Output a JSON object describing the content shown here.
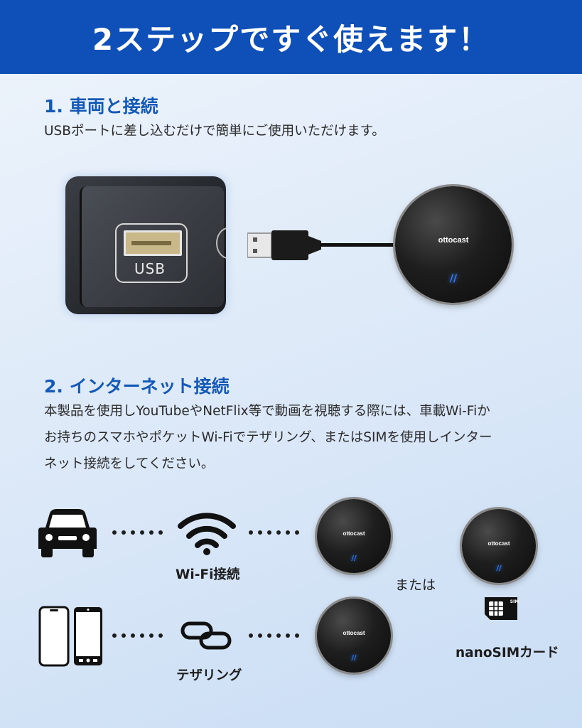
{
  "header": {
    "title": "2ステップですぐ使えます！"
  },
  "step1": {
    "title": "1.  車両と接続",
    "desc": "USBポートに差し込むだけで簡単にご使用いただけます。",
    "usb_port_label": "USB",
    "device_brand": "ottocast"
  },
  "step2": {
    "title": "2.  インターネット接続",
    "desc_lines": [
      "本製品を使用しYouTubeやNetFlix等で動画を視聴する際には、車載Wi-Fiか",
      "お持ちのスマホやポケットWi-Fiでテザリング、またはSIMを使用しインター",
      "ネット接続をしてください。"
    ],
    "wifi_label": "Wi-Fi接続",
    "tethering_label": "テザリング",
    "or_label": "または",
    "sim_label": "nanoSIMカード",
    "sim_chip_text": "SIM",
    "device_brand": "ottocast"
  },
  "colors": {
    "header_bg": "#0f4fb8",
    "accent": "#1559b7",
    "led": "#2f7bff"
  },
  "icons": [
    "car-icon",
    "wifi-icon",
    "smartphone-icon",
    "link-icon",
    "sim-card-icon",
    "usb-plug-icon"
  ]
}
